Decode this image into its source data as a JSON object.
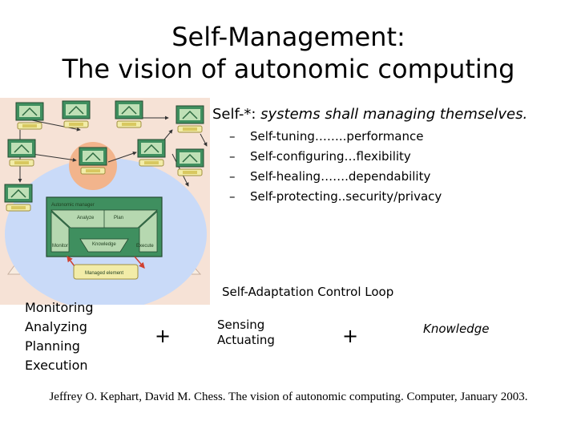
{
  "slide": {
    "title_line1": "Self-Management:",
    "title_line2": "The vision of autonomic computing",
    "intro_prefix": "Self-*: ",
    "intro_italic": "systems shall managing themselves.",
    "bullets": [
      {
        "dash": "–",
        "text": "Self-tuning……..performance"
      },
      {
        "dash": "–",
        "text": "Self-configuring…flexibility"
      },
      {
        "dash": "–",
        "text": "Self-healing…….dependability"
      },
      {
        "dash": "–",
        "text": "Self-protecting..security/privacy"
      }
    ],
    "control_loop": "Self-Adaptation Control Loop",
    "mape": [
      "Monitoring",
      "Analyzing",
      "Planning",
      "Execution"
    ],
    "plus": "+",
    "sensing": "Sensing",
    "actuating": "Actuating",
    "knowledge": "Knowledge",
    "citation": "Jeffrey O. Kephart, David M. Chess. The vision of autonomic computing. Computer, January 2003."
  },
  "diagram": {
    "autonomic_manager": "Autonomic manager",
    "analyze": "Analyze",
    "plan": "Plan",
    "monitor": "Monitor",
    "knowledge": "Knowledge",
    "execute": "Execute",
    "managed_element": "Managed element"
  },
  "colors": {
    "figure_bg": "#f6e2d6",
    "blue_ellipse": "#c9daf8",
    "manager_green": "#3f8f5f",
    "cell_green": "#b6d8b0",
    "managed_yellow": "#f2eca8",
    "orange_circle": "#f2b48c"
  }
}
